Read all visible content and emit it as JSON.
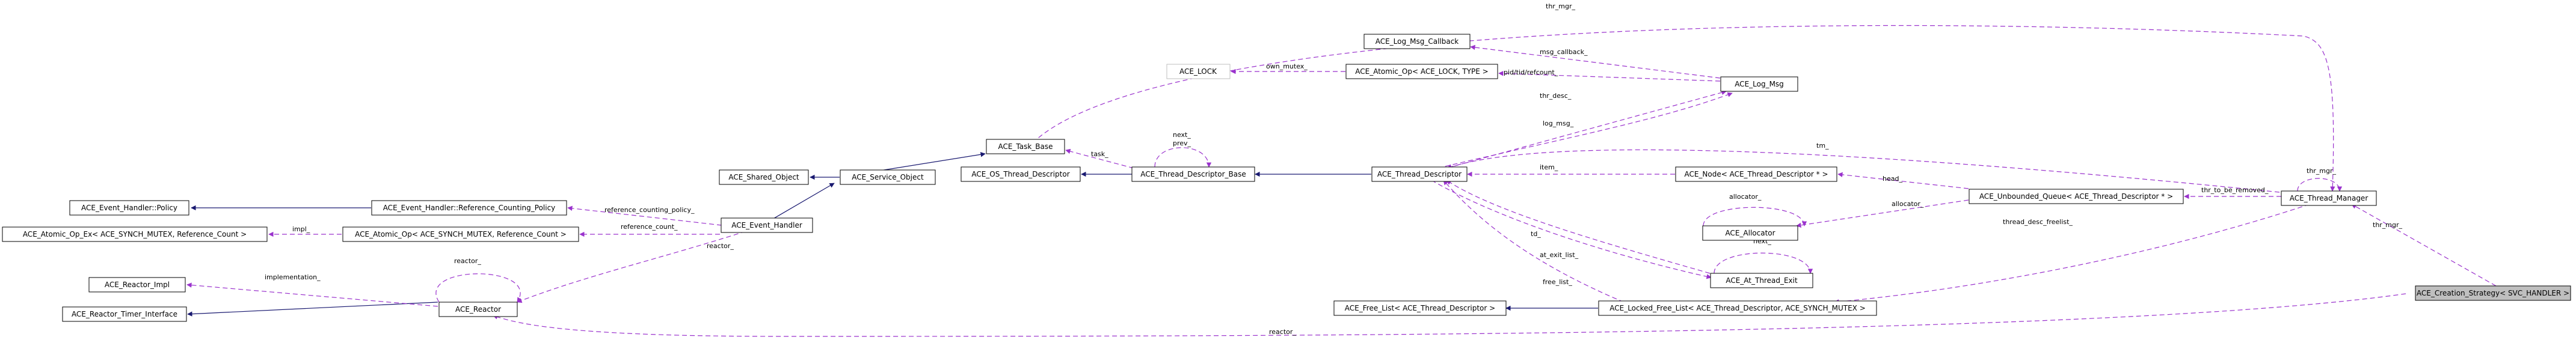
{
  "nodes": {
    "creation_strategy": "ACE_Creation_Strategy< SVC_HANDLER >",
    "thread_manager": "ACE_Thread_Manager",
    "event_handler_policy": "ACE_Event_Handler::Policy",
    "atomic_op_ex": "ACE_Atomic_Op_Ex< ACE_SYNCH_MUTEX, Reference_Count >",
    "reactor_impl": "ACE_Reactor_Impl",
    "reactor_timer_interface": "ACE_Reactor_Timer_Interface",
    "shared_object": "ACE_Shared_Object",
    "ref_counting_policy": "ACE_Event_Handler::Reference_Counting_Policy",
    "atomic_op_mutex": "ACE_Atomic_Op< ACE_SYNCH_MUTEX, Reference_Count >",
    "reactor": "ACE_Reactor",
    "event_handler": "ACE_Event_Handler",
    "service_object": "ACE_Service_Object",
    "task_base": "ACE_Task_Base",
    "os_thread_descriptor": "ACE_OS_Thread_Descriptor",
    "thread_descriptor_base": "ACE_Thread_Descriptor_Base",
    "thread_descriptor": "ACE_Thread_Descriptor",
    "free_list": "ACE_Free_List< ACE_Thread_Descriptor >",
    "log_msg_callback": "ACE_Log_Msg_Callback",
    "ace_lock": "ACE_LOCK",
    "atomic_op_lock": "ACE_Atomic_Op< ACE_LOCK, TYPE >",
    "log_msg": "ACE_Log_Msg",
    "node": "ACE_Node< ACE_Thread_Descriptor * >",
    "allocator": "ACE_Allocator",
    "at_thread_exit": "ACE_At_Thread_Exit",
    "locked_free_list": "ACE_Locked_Free_List< ACE_Thread_Descriptor, ACE_SYNCH_MUTEX >",
    "unbounded_queue": "ACE_Unbounded_Queue< ACE_Thread_Descriptor * >"
  },
  "edge_labels": {
    "thr_mgr_top": "thr_mgr_",
    "thr_mgr_self": "thr_mgr_",
    "thr_mgr_creation": "thr_mgr_",
    "reactor_bottom": "reactor_",
    "reactor_self": "reactor_",
    "reactor_eh": "reactor_",
    "impl": "impl_",
    "implementation": "implementation_",
    "reference_counting_policy": "reference_counting_policy_",
    "reference_count": "reference_count_",
    "task": "task_",
    "next_prev_1": "next_",
    "next_prev_2": "prev_",
    "msg_callback": "msg_callback_",
    "own_mutex": "own_mutex_",
    "pid_refcount": "pid/tid/refcount_",
    "thr_desc": "thr_desc_",
    "log_msg": "log_msg_",
    "tm": "tm_",
    "item": "item_",
    "head": "head_",
    "thr_to_be_removed": "thr_to_be_removed_",
    "allocator_self": "allocator_",
    "allocator": "allocator_",
    "td": "td_",
    "at_exit_list": "at_exit_list_",
    "next_self": "next_",
    "free_list": "free_list_",
    "thread_desc_freelist": "thread_desc_freelist_"
  },
  "colors": {
    "inherit": "#191970",
    "usage": "#9a32cd",
    "node_border": "#000000",
    "node_disabled": "#bfbfbf",
    "highlight_fill": "#bfbfbf",
    "text": "#000000"
  }
}
